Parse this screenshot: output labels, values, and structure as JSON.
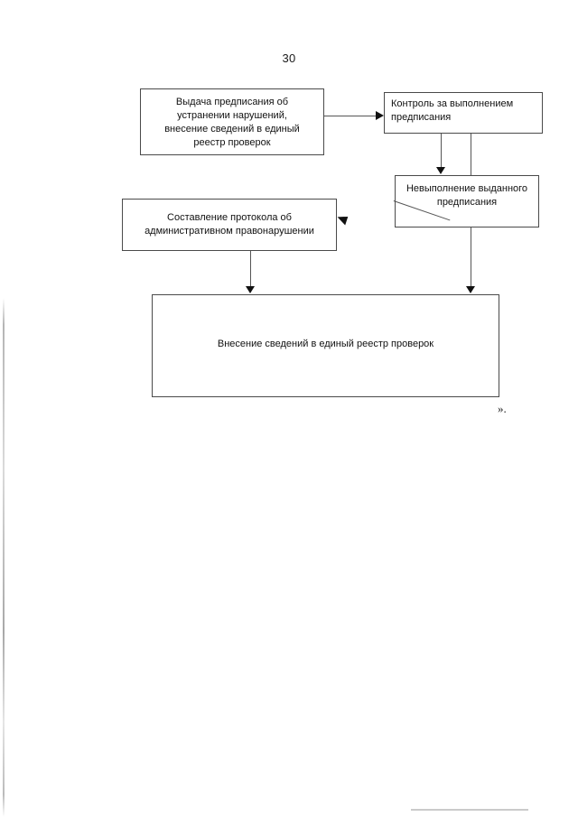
{
  "document": {
    "page_number": "30",
    "closing_mark": "».",
    "background_color": "#ffffff",
    "ink_color": "#1a1a1a"
  },
  "diagram": {
    "type": "flowchart",
    "nodes": [
      {
        "id": "prescription",
        "lines": [
          "Выдача предписания об",
          "устранении нарушений,",
          "внесение сведений в единый",
          "реестр проверок"
        ],
        "align": "center"
      },
      {
        "id": "control",
        "lines": [
          "Контроль за выполнением",
          "предписания"
        ],
        "align": "left"
      },
      {
        "id": "nonfulfilment",
        "lines": [
          "Невыполнение выданного",
          "предписания"
        ],
        "align": "center"
      },
      {
        "id": "protocol",
        "lines": [
          "Составление протокола об",
          "административном правонарушении"
        ],
        "align": "center"
      },
      {
        "id": "registry",
        "lines": [
          "Внесение сведений в единый реестр проверок"
        ],
        "align": "center"
      }
    ],
    "edges": [
      {
        "from": "prescription",
        "to": "control",
        "direction": "right"
      },
      {
        "from": "control",
        "to": "nonfulfilment",
        "direction": "down"
      },
      {
        "from": "control",
        "to": "registry",
        "direction": "down"
      },
      {
        "from": "nonfulfilment",
        "to": "protocol",
        "direction": "diagonal-left"
      },
      {
        "from": "protocol",
        "to": "registry",
        "direction": "down"
      }
    ],
    "line_color": "#555555",
    "border_color": "#4a4a4a"
  }
}
